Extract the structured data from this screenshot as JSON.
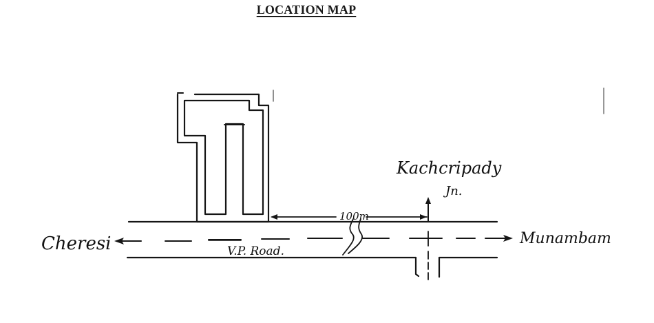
{
  "title": "LOCATION MAP",
  "labels": {
    "west_destination": "Cheresi",
    "east_destination": "Munambam",
    "road_name": "V.P. Road.",
    "junction_name": "Kachcripady",
    "junction_suffix": "Jn.",
    "distance": "100m"
  },
  "colors": {
    "ink": "#151515",
    "background": "#ffffff"
  },
  "features": {
    "site_building": "site-plot-outline",
    "main_road": "V.P. Road",
    "side_road": "junction-side-road",
    "distance_marker": "100m from site to junction"
  }
}
